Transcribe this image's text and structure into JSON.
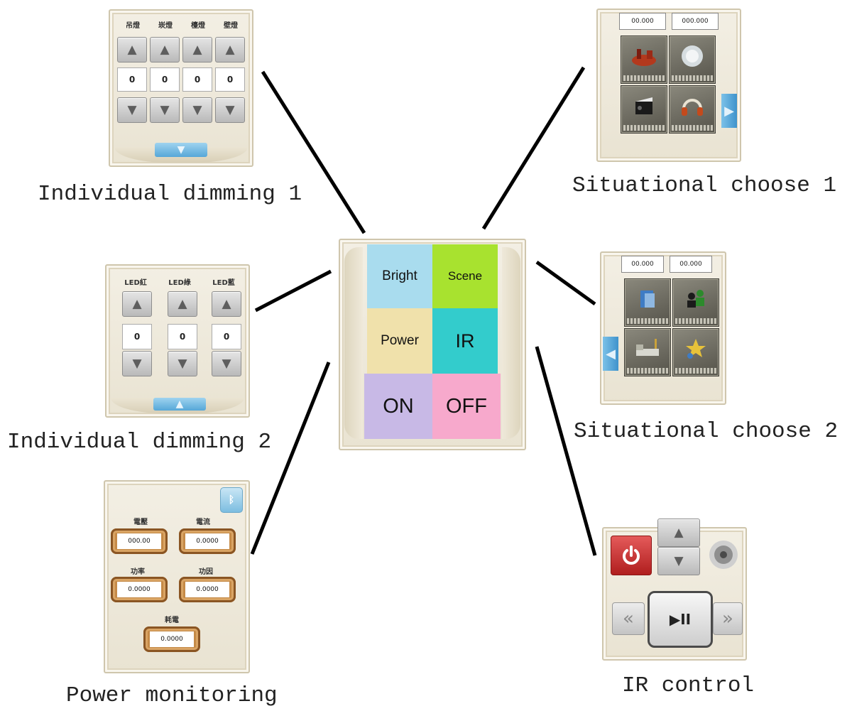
{
  "captions": {
    "individual_dimming_1": "Individual dimming 1",
    "individual_dimming_2": "Individual dimming 2",
    "power_monitoring": "Power monitoring",
    "situational_choose_1": "Situational choose 1",
    "situational_choose_2": "Situational choose 2",
    "ir_control": "IR control"
  },
  "main_menu": {
    "cells": [
      {
        "label": "Bright",
        "color": "#a9dcee"
      },
      {
        "label": "Scene",
        "color": "#a8e22f"
      },
      {
        "label": "Power",
        "color": "#f0e1ab"
      },
      {
        "label": "IR",
        "color": "#33cccc"
      },
      {
        "label": "ON",
        "color": "#c8b9e6"
      },
      {
        "label": "OFF",
        "color": "#f7a9cc"
      }
    ]
  },
  "dimming1": {
    "headers": [
      "吊燈",
      "崁燈",
      "檯燈",
      "壁燈"
    ],
    "values": [
      "0",
      "0",
      "0",
      "0"
    ]
  },
  "dimming2": {
    "headers": [
      "LED紅",
      "LED綠",
      "LED藍"
    ],
    "values": [
      "0",
      "0",
      "0"
    ]
  },
  "scene1": {
    "readouts": [
      "00.000",
      "000.000"
    ],
    "tile_icons": [
      "dining-scene-icon",
      "meal-plate-scene-icon",
      "movie-scene-icon",
      "music-headphones-scene-icon"
    ]
  },
  "scene2": {
    "readouts": [
      "00.000",
      "00.000"
    ],
    "tile_icons": [
      "reading-scene-icon",
      "meeting-scene-icon",
      "sleep-scene-icon",
      "party-scene-icon"
    ]
  },
  "power_monitoring": {
    "labels": [
      "電壓",
      "電流",
      "功率",
      "功因",
      "耗電"
    ],
    "values": [
      "000.00",
      "0.0000",
      "0.0000",
      "0.0000",
      "0.0000"
    ]
  },
  "ir": {
    "play_pause_label": "▶II",
    "rewind_label": "«",
    "forward_label": "»"
  }
}
